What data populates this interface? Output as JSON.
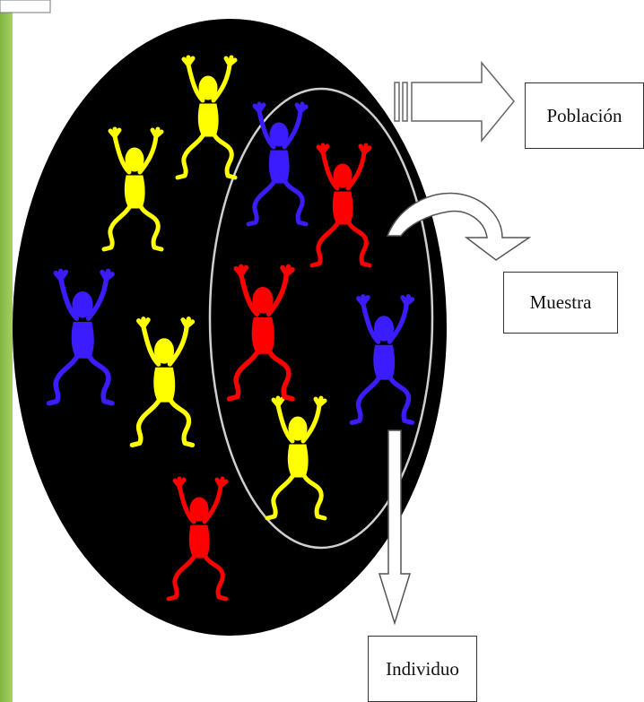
{
  "labels": {
    "poblacion": "Población",
    "muestra": "Muestra",
    "individuo": "Individuo"
  },
  "colors": {
    "background": "#ffffff",
    "left_strip": "#8cc04a",
    "population_circle": "#000000",
    "sample_ellipse_stroke": "#cfcfcf",
    "arrow_fill": "#ffffff",
    "arrow_stroke": "#555555",
    "figure_colors": [
      "#ffff00",
      "#3a1cff",
      "#ff0000"
    ]
  },
  "figures": [
    {
      "color": "yellow",
      "group": "population"
    },
    {
      "color": "yellow",
      "group": "population"
    },
    {
      "color": "blue",
      "group": "population"
    },
    {
      "color": "yellow",
      "group": "population"
    },
    {
      "color": "red",
      "group": "population"
    },
    {
      "color": "blue",
      "group": "sample"
    },
    {
      "color": "red",
      "group": "sample"
    },
    {
      "color": "red",
      "group": "sample"
    },
    {
      "color": "blue",
      "group": "sample"
    },
    {
      "color": "yellow",
      "group": "sample"
    }
  ]
}
